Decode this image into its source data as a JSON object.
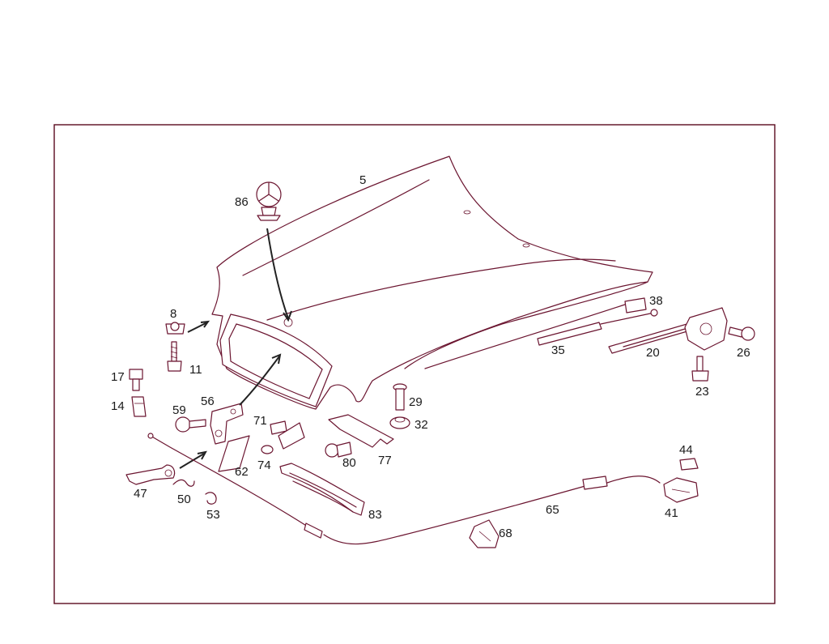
{
  "colors": {
    "line": "#6b1530",
    "frame": "#5a0a1e",
    "text": "#1a1a1a",
    "background": "#ffffff"
  },
  "callouts": {
    "c5": "5",
    "c86": "86",
    "c8": "8",
    "c11": "11",
    "c17": "17",
    "c14": "14",
    "c59": "59",
    "c56": "56",
    "c62": "62",
    "c71": "71",
    "c74": "74",
    "c80": "80",
    "c77": "77",
    "c29": "29",
    "c32": "32",
    "c38": "38",
    "c35": "35",
    "c20": "20",
    "c26": "26",
    "c23": "23",
    "c47": "47",
    "c50": "50",
    "c53": "53",
    "c83": "83",
    "c65": "65",
    "c68": "68",
    "c44": "44",
    "c41": "41"
  }
}
